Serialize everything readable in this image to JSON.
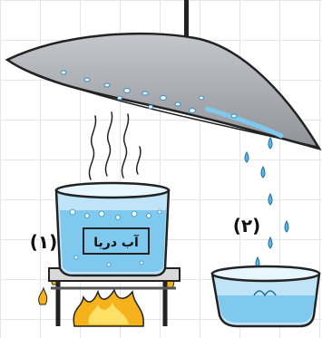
{
  "beaker_label": "آب دریا",
  "label_1": "(۱)",
  "label_2": "(۲)",
  "colors": {
    "lid": "#a9adb2",
    "water": "#7fc8ee",
    "glass": "#bfe3f7",
    "flame_outer": "#f5b21b",
    "flame_inner": "#ffe066",
    "stand": "#8c8c8c",
    "drop": "#5bb6e6"
  }
}
